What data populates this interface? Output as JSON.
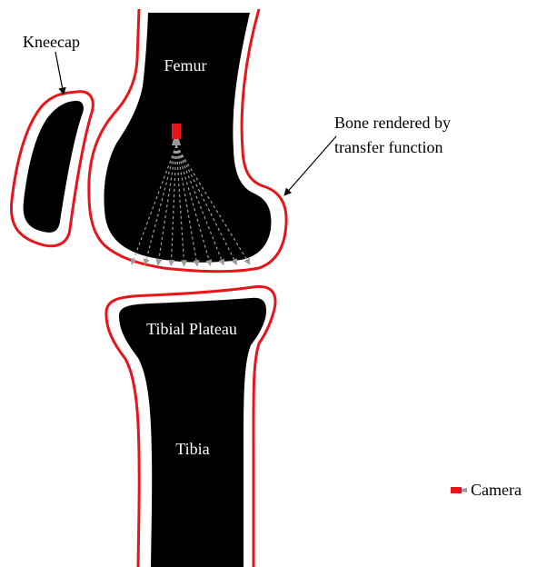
{
  "labels": {
    "kneecap": "Kneecap",
    "femur": "Femur",
    "bone_rendered_line1": "Bone rendered by",
    "bone_rendered_line2": "transfer function",
    "tibial_plateau": "Tibial Plateau",
    "tibia": "Tibia",
    "camera_legend": "Camera"
  },
  "colors": {
    "bone_fill": "#000000",
    "outline": "#e8141a",
    "camera": "#e8141a",
    "ray": "#a0a0a0",
    "background": "#ffffff"
  },
  "icons": {
    "camera": "camera-icon"
  },
  "ray_count": 10
}
